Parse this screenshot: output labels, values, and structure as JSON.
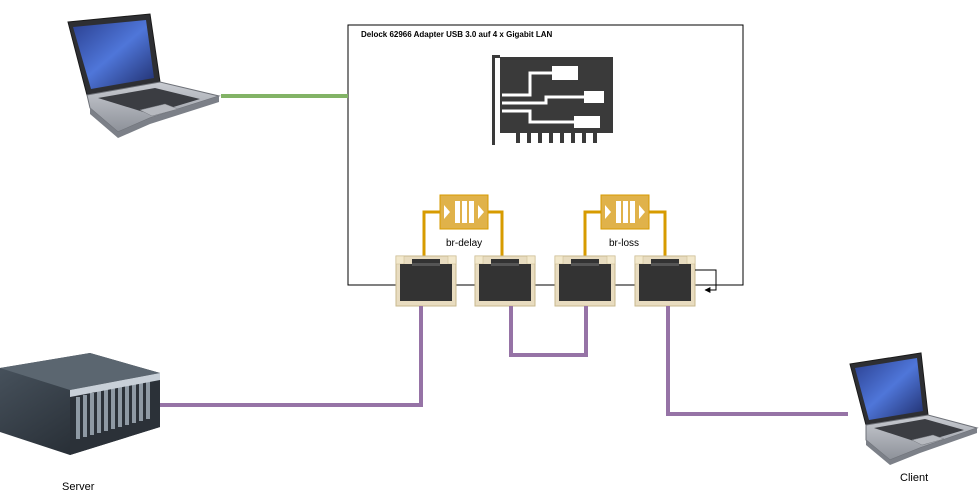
{
  "adapter": {
    "title": "Delock 62966 Adapter USB 3.0 auf 4 x Gigabit LAN"
  },
  "bridges": [
    {
      "label": "br-delay"
    },
    {
      "label": "br-loss"
    }
  ],
  "devices": {
    "server": {
      "label": "Server",
      "icon": "server-rack-icon"
    },
    "client": {
      "label": "Client",
      "icon": "laptop-icon"
    },
    "host": {
      "label": "",
      "icon": "laptop-icon"
    }
  },
  "icons": {
    "adapter": "network-card-icon",
    "bridge": "bridge-icon",
    "port": "ethernet-port-icon"
  },
  "colors": {
    "usb_link": "#82b366",
    "ethernet_link": "#9673a6",
    "bridge": "#d79b00",
    "bridge_fill": "#e0b24a",
    "port_frame": "#e8dcc0",
    "port_body": "#333333",
    "box_border": "#000000"
  }
}
